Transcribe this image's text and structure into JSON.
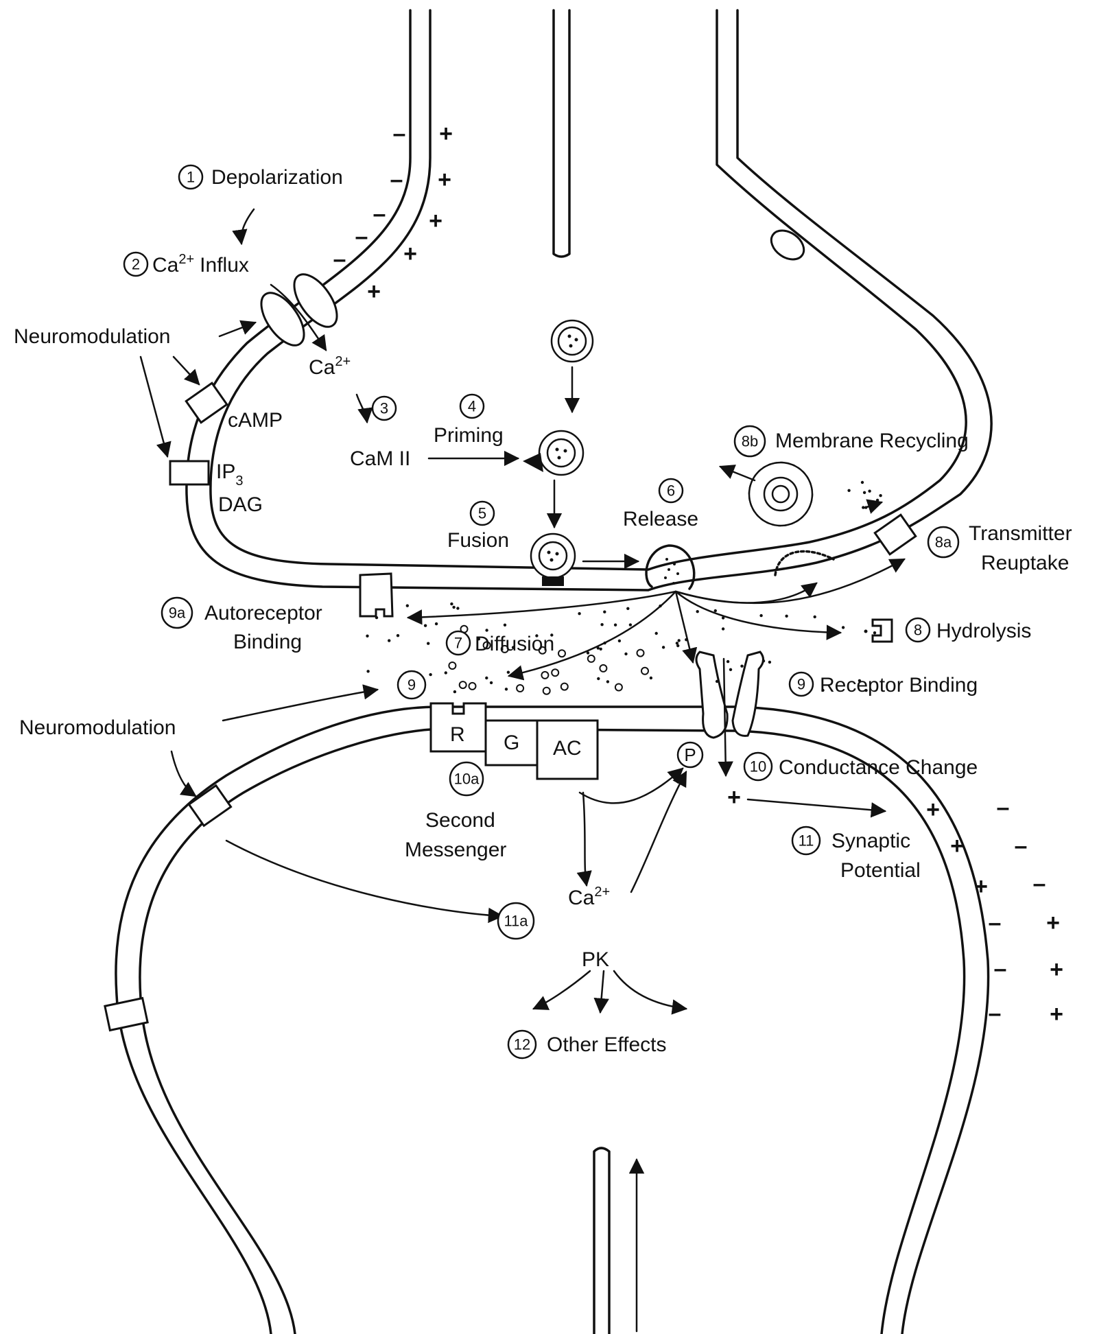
{
  "labels": {
    "depolarization": "Depolarization",
    "influx_ca": "Ca",
    "influx_sup": "2+",
    "influx_word": "Influx",
    "neuromodulation_top": "Neuromodulation",
    "ca_inside": "Ca",
    "ca_inside_sup": "2+",
    "camp": "cAMP",
    "ip": "IP",
    "ip_sub": "3",
    "dag": "DAG",
    "cam": "CaM II",
    "priming": "Priming",
    "fusion": "Fusion",
    "release": "Release",
    "membrane_recycling": "Membrane Recycling",
    "transmitter": "Transmitter",
    "reuptake": "Reuptake",
    "autoreceptor": "Autoreceptor",
    "binding": "Binding",
    "diffusion": "Diffusion",
    "hydrolysis": "Hydrolysis",
    "receptor_binding": "Receptor Binding",
    "neuromodulation_bottom": "Neuromodulation",
    "r": "R",
    "g": "G",
    "ac": "AC",
    "p": "P",
    "conductance_change": "Conductance Change",
    "second": "Second",
    "messenger": "Messenger",
    "synaptic": "Synaptic",
    "potential": "Potential",
    "ca_post": "Ca",
    "ca_post_sup": "2+",
    "pk": "PK",
    "other_effects": "Other Effects"
  },
  "markers": {
    "m1": "1",
    "m2": "2",
    "m3": "3",
    "m4": "4",
    "m5": "5",
    "m6": "6",
    "m7": "7",
    "m8": "8",
    "m8a": "8a",
    "m8b": "8b",
    "m9": "9",
    "m9r": "9",
    "m9a": "9a",
    "m10": "10",
    "m10a": "10a",
    "m11": "11",
    "m11a": "11a",
    "m12": "12"
  },
  "signs": {
    "plus": "+",
    "minus": "–"
  }
}
